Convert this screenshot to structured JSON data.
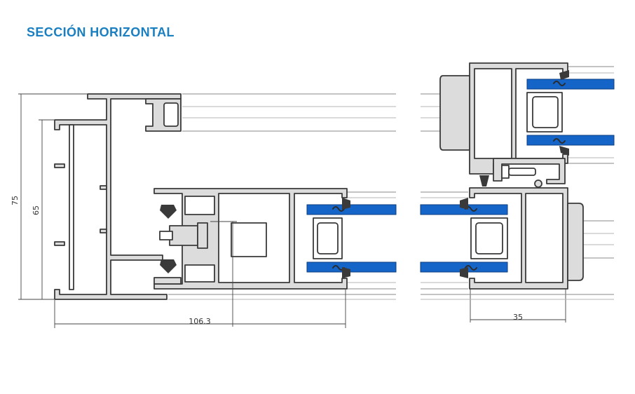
{
  "title": "SECCIÓN HORIZONTAL",
  "dimensions": {
    "outer_height": "75",
    "inner_height": "65",
    "frame_width": "106.3",
    "sash_width": "35"
  },
  "colors": {
    "title": "#1a7fc1",
    "profile_fill": "#dcdcdc",
    "profile_stroke": "#3a3a3a",
    "glass": "#1565c9",
    "gasket": "#2b2b2b",
    "lines": "#8a8a8a"
  }
}
